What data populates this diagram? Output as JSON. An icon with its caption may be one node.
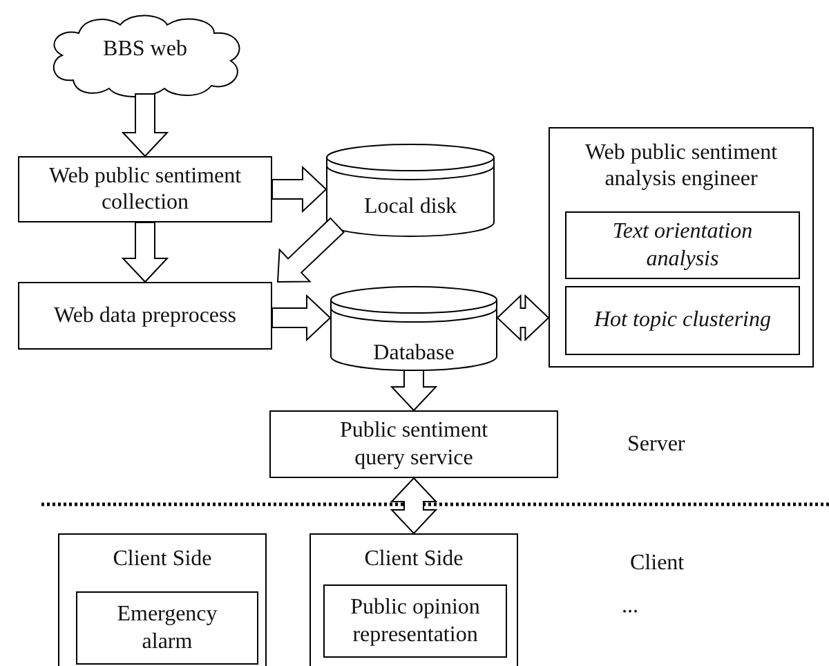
{
  "diagram": {
    "nodes": [
      {
        "text": [
          "BBS web"
        ]
      },
      {
        "text": [
          "Web public sentiment collection"
        ]
      },
      {
        "text": [
          "Local disk"
        ]
      },
      {
        "text": [
          "Web data preprocess"
        ]
      },
      {
        "text": [
          "Database"
        ]
      },
      {
        "text": [
          "Web public sentiment analysis engineer"
        ]
      },
      {
        "text": [
          "Text orientation analysis"
        ],
        "in": 5
      },
      {
        "text": [
          "Hot topic clustering"
        ],
        "in": 5
      },
      {
        "text": [
          "Public sentiment query service"
        ]
      },
      {
        "text": [
          "Client Side"
        ]
      },
      {
        "text": [
          "Emergency alarm"
        ],
        "in": 9
      },
      {
        "text": [
          "Client Side"
        ]
      },
      {
        "text": [
          "Public opinion representation"
        ],
        "in": 11
      }
    ],
    "edges": [
      {
        "from": 0,
        "to": 1,
        "arrow": "to"
      },
      {
        "from": 1,
        "to": 2,
        "arrow": "to"
      },
      {
        "from": 1,
        "to": 3,
        "arrow": "to"
      },
      {
        "from": 2,
        "to": 3,
        "arrow": "to"
      },
      {
        "from": 3,
        "to": 4,
        "arrow": "to"
      },
      {
        "from": 4,
        "to": 5,
        "arrow": "both"
      },
      {
        "from": 4,
        "to": 8,
        "arrow": "to"
      },
      {
        "from": 8,
        "to": 11,
        "arrow": "both"
      }
    ],
    "labels": [
      "Server",
      "Client",
      "..."
    ]
  }
}
